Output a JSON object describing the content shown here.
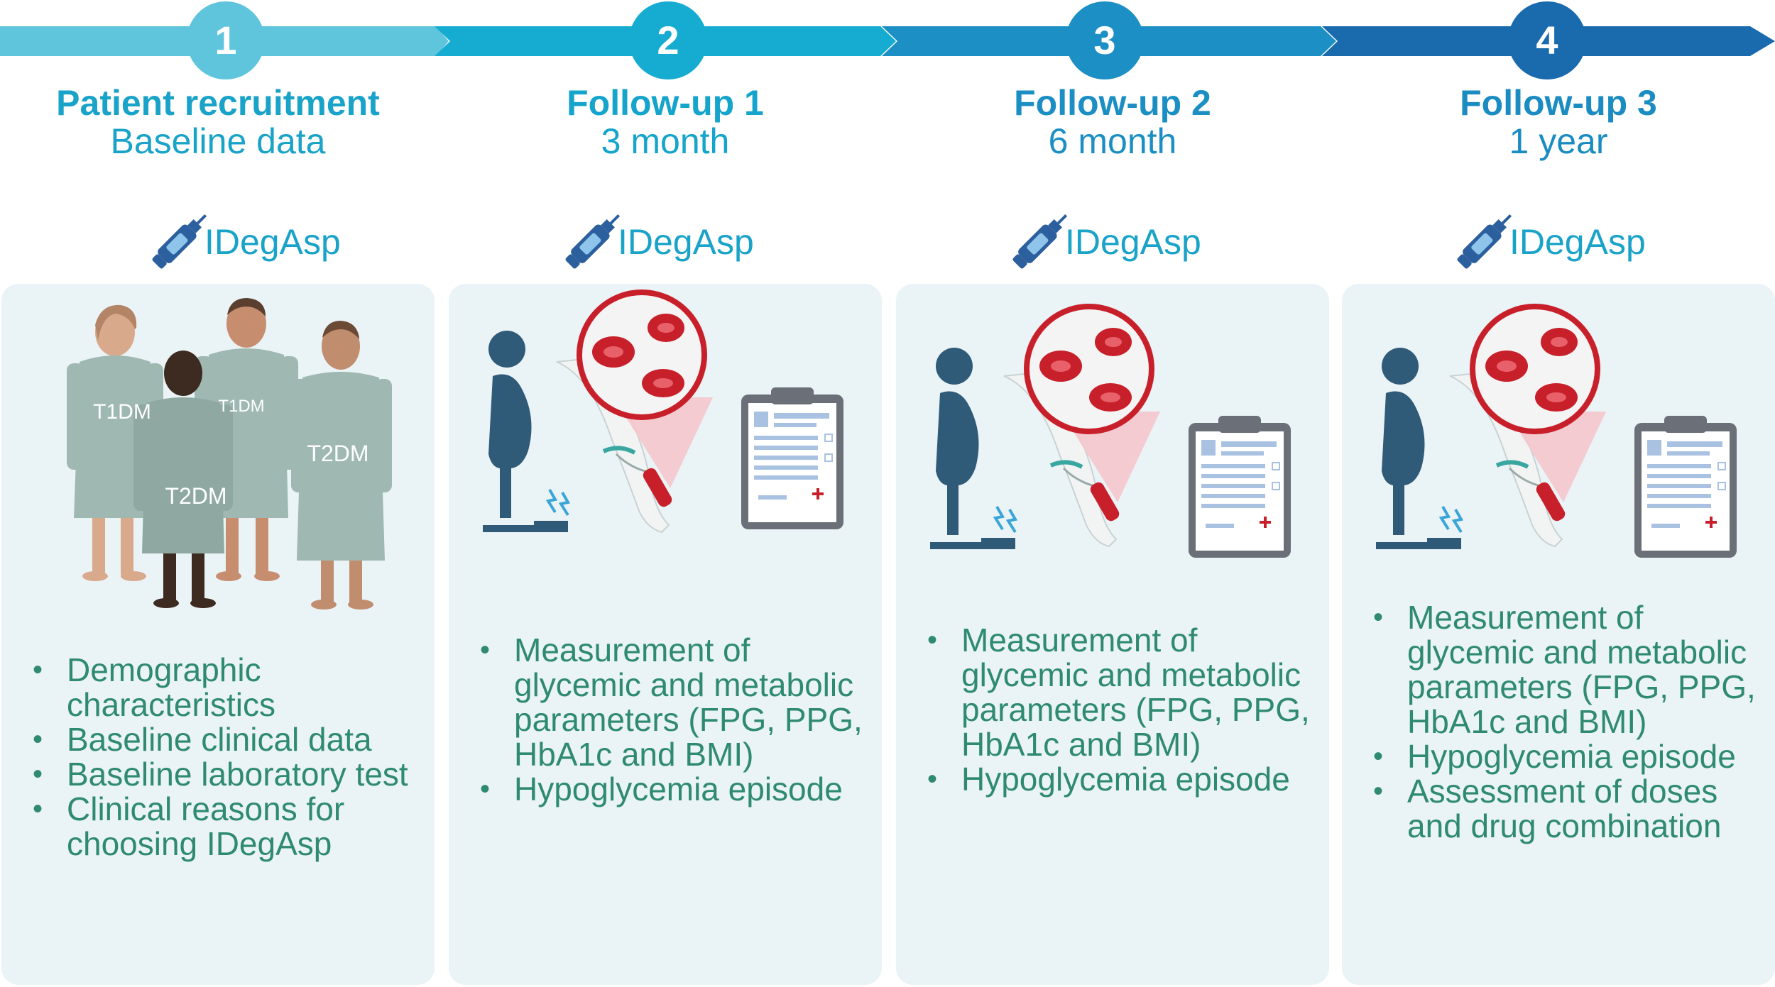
{
  "colors": {
    "step1": "#5ec5dc",
    "step2": "#16acd2",
    "step3": "#1c8fc4",
    "step4": "#1a6aae",
    "card": "#eaf3f6",
    "bullet_text": "#2f8a72",
    "gown": "#9fb8b1",
    "silhouette": "#2f5a78",
    "blood_red": "#c8202a"
  },
  "steps": [
    {
      "number": "1",
      "title": "Patient recruitment",
      "subtitle": "Baseline data",
      "drug_label": "IDegAsp",
      "patient_labels": [
        "T1DM",
        "T2DM",
        "T1DM",
        "T2DM"
      ],
      "bullets": [
        "Demographic characteristics",
        "Baseline clinical data",
        "Baseline laboratory test",
        "Clinical reasons for choosing IDegAsp"
      ]
    },
    {
      "number": "2",
      "title": "Follow-up 1",
      "subtitle": "3 month",
      "drug_label": "IDegAsp",
      "bullets": [
        "Measurement of glycemic and metabolic parameters (FPG, PPG, HbA1c and BMI)",
        "Hypoglycemia episode"
      ]
    },
    {
      "number": "3",
      "title": "Follow-up 2",
      "subtitle": "6 month",
      "drug_label": "IDegAsp",
      "bullets": [
        "Measurement of glycemic and metabolic parameters (FPG, PPG, HbA1c and BMI)",
        "Hypoglycemia episode"
      ]
    },
    {
      "number": "4",
      "title": "Follow-up 3",
      "subtitle": "1 year",
      "drug_label": "IDegAsp",
      "bullets": [
        "Measurement of glycemic and metabolic parameters (FPG, PPG, HbA1c and BMI)",
        "Hypoglycemia episode",
        "Assessment of doses and drug combination"
      ]
    }
  ]
}
